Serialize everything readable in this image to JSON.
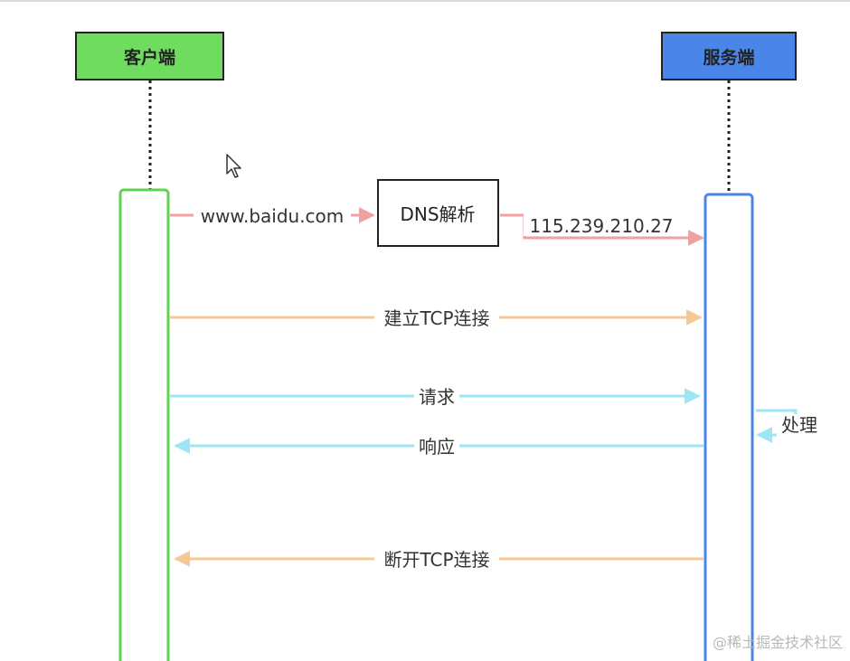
{
  "client": {
    "label": "客户端"
  },
  "server": {
    "label": "服务端"
  },
  "dns_box": {
    "label": "DNS解析"
  },
  "messages": {
    "domain": "www.baidu.com",
    "ip": "115.239.210.27",
    "connect": "建立TCP连接",
    "request": "请求",
    "response": "响应",
    "process": "处理",
    "disconnect": "断开TCP连接"
  },
  "watermark": "@稀土掘金技术社区",
  "colors": {
    "client_fill": "#6fdc60",
    "server_fill": "#4a86e8",
    "client_lifeline": "#5fd44f",
    "server_lifeline": "#4a86e8",
    "dns_arrow": "#f0a0a0",
    "tcp_arrow": "#f5c896",
    "request_arrow": "#9ee6f5"
  }
}
